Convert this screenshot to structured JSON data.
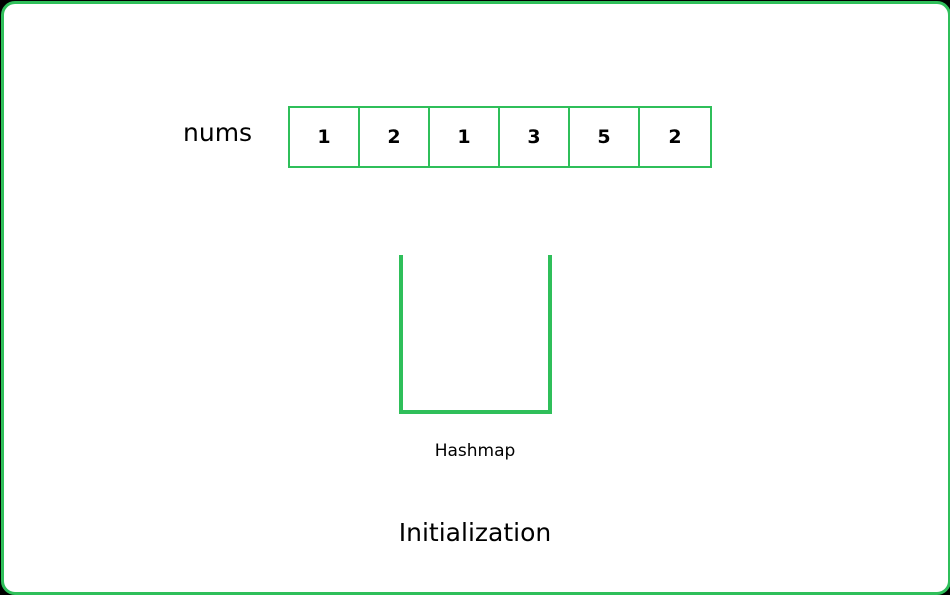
{
  "array": {
    "label": "nums",
    "values": [
      "1",
      "2",
      "1",
      "3",
      "5",
      "2"
    ]
  },
  "hashmap": {
    "label": "Hashmap"
  },
  "step": {
    "label": "Initialization"
  },
  "colors": {
    "accent": "#2fbf5a",
    "background": "#ffffff",
    "outer": "#000000"
  }
}
